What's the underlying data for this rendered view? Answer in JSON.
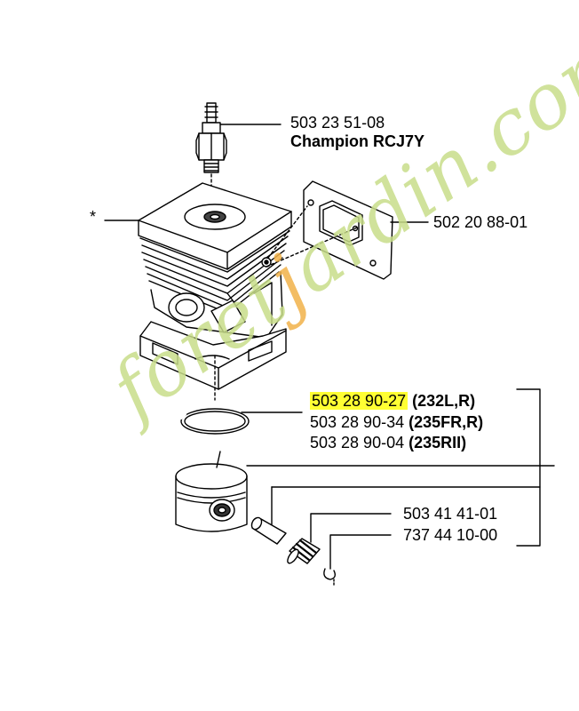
{
  "callouts": {
    "spark_plug_part": "503 23 51-08",
    "spark_plug_brand": "Champion RCJ7Y",
    "cylinder_marker": "*",
    "gasket_part": "502 20 88-01",
    "ring_part_1": "503 28 90-27",
    "ring_model_1": "(232L,R)",
    "ring_part_2": "503 28 90-34",
    "ring_model_2": "(235FR,R)",
    "ring_part_3": "503 28 90-04",
    "ring_model_3": "(235RII)",
    "pin_part": "503 41 41-01",
    "bearing_part": "737 44 10-00"
  },
  "watermark": {
    "text_before": "foret",
    "text_highlight": "j",
    "text_after": "ardin.com",
    "colors": {
      "main": "#c8dd8a",
      "accent": "#f2b24a"
    }
  },
  "highlight_color": "#ffff33"
}
